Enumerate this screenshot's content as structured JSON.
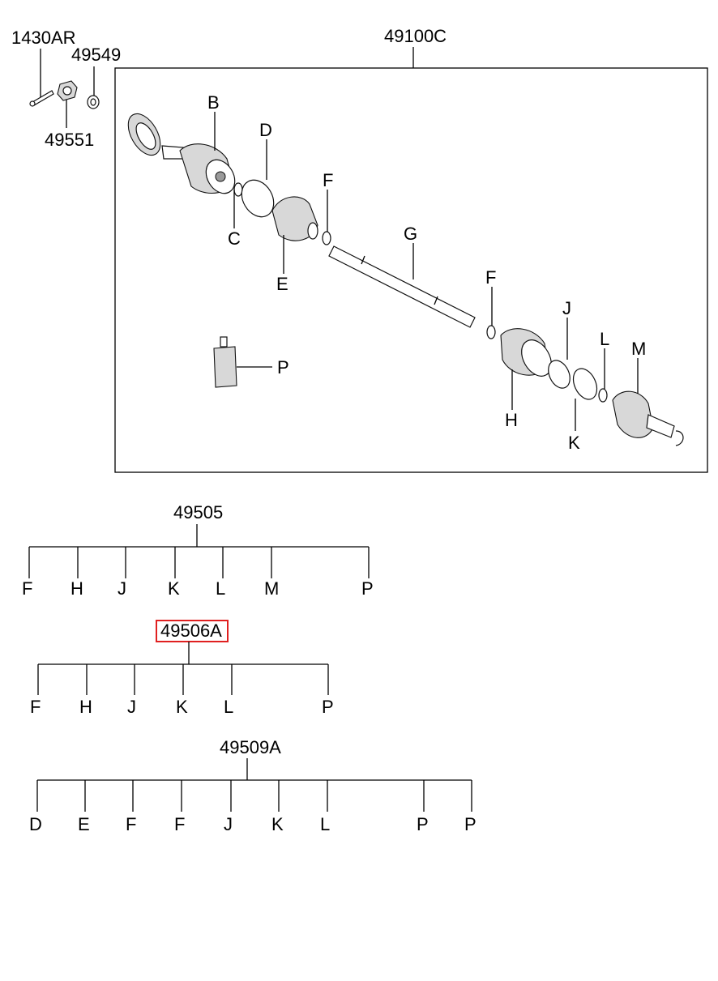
{
  "assembly": {
    "number": "49100C",
    "callouts": {
      "B": "B",
      "C": "C",
      "D": "D",
      "E": "E",
      "F1": "F",
      "G": "G",
      "F2": "F",
      "H": "H",
      "J": "J",
      "K": "K",
      "L": "L",
      "M": "M",
      "P": "P"
    }
  },
  "loose_parts": {
    "p1430ar": "1430AR",
    "p49549": "49549",
    "p49551": "49551"
  },
  "kits": [
    {
      "number": "49505",
      "highlighted": false,
      "items": [
        "F",
        "H",
        "J",
        "K",
        "L",
        "M",
        "P"
      ]
    },
    {
      "number": "49506A",
      "highlighted": true,
      "items": [
        "F",
        "H",
        "J",
        "K",
        "L",
        "P"
      ]
    },
    {
      "number": "49509A",
      "highlighted": false,
      "items": [
        "D",
        "E",
        "F",
        "F",
        "J",
        "K",
        "L",
        "P",
        "P"
      ]
    }
  ],
  "colors": {
    "highlight": "#e02020",
    "line": "#000000"
  }
}
